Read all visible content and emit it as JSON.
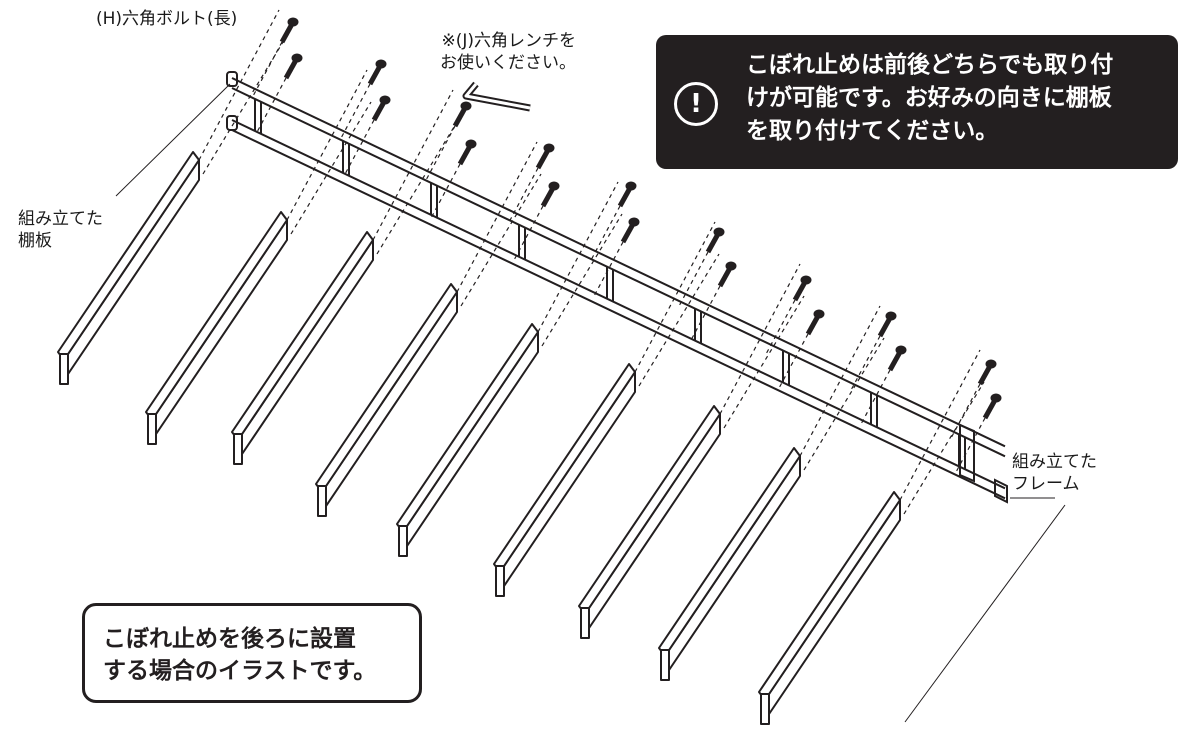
{
  "labels": {
    "bolt": "(H)六角ボルト(長)",
    "wrench_line1": "※(J)六角レンチを",
    "wrench_line2": "お使いください。",
    "shelf_line1": "組み立てた",
    "shelf_line2": "棚板",
    "frame_line1": "組み立てた",
    "frame_line2": "フレーム"
  },
  "notice": {
    "icon": "exclamation-icon",
    "line1": "こぼれ止めは前後どちらでも取り付",
    "line2": "けが可能です。お好みの向きに棚板",
    "line3": "を取り付けてください。"
  },
  "note": {
    "line1": "こぼれ止めを後ろに設置",
    "line2": "する場合のイラストです。"
  },
  "colors": {
    "ink": "#231f20",
    "background": "#ffffff",
    "notice_text": "#ffffff"
  }
}
